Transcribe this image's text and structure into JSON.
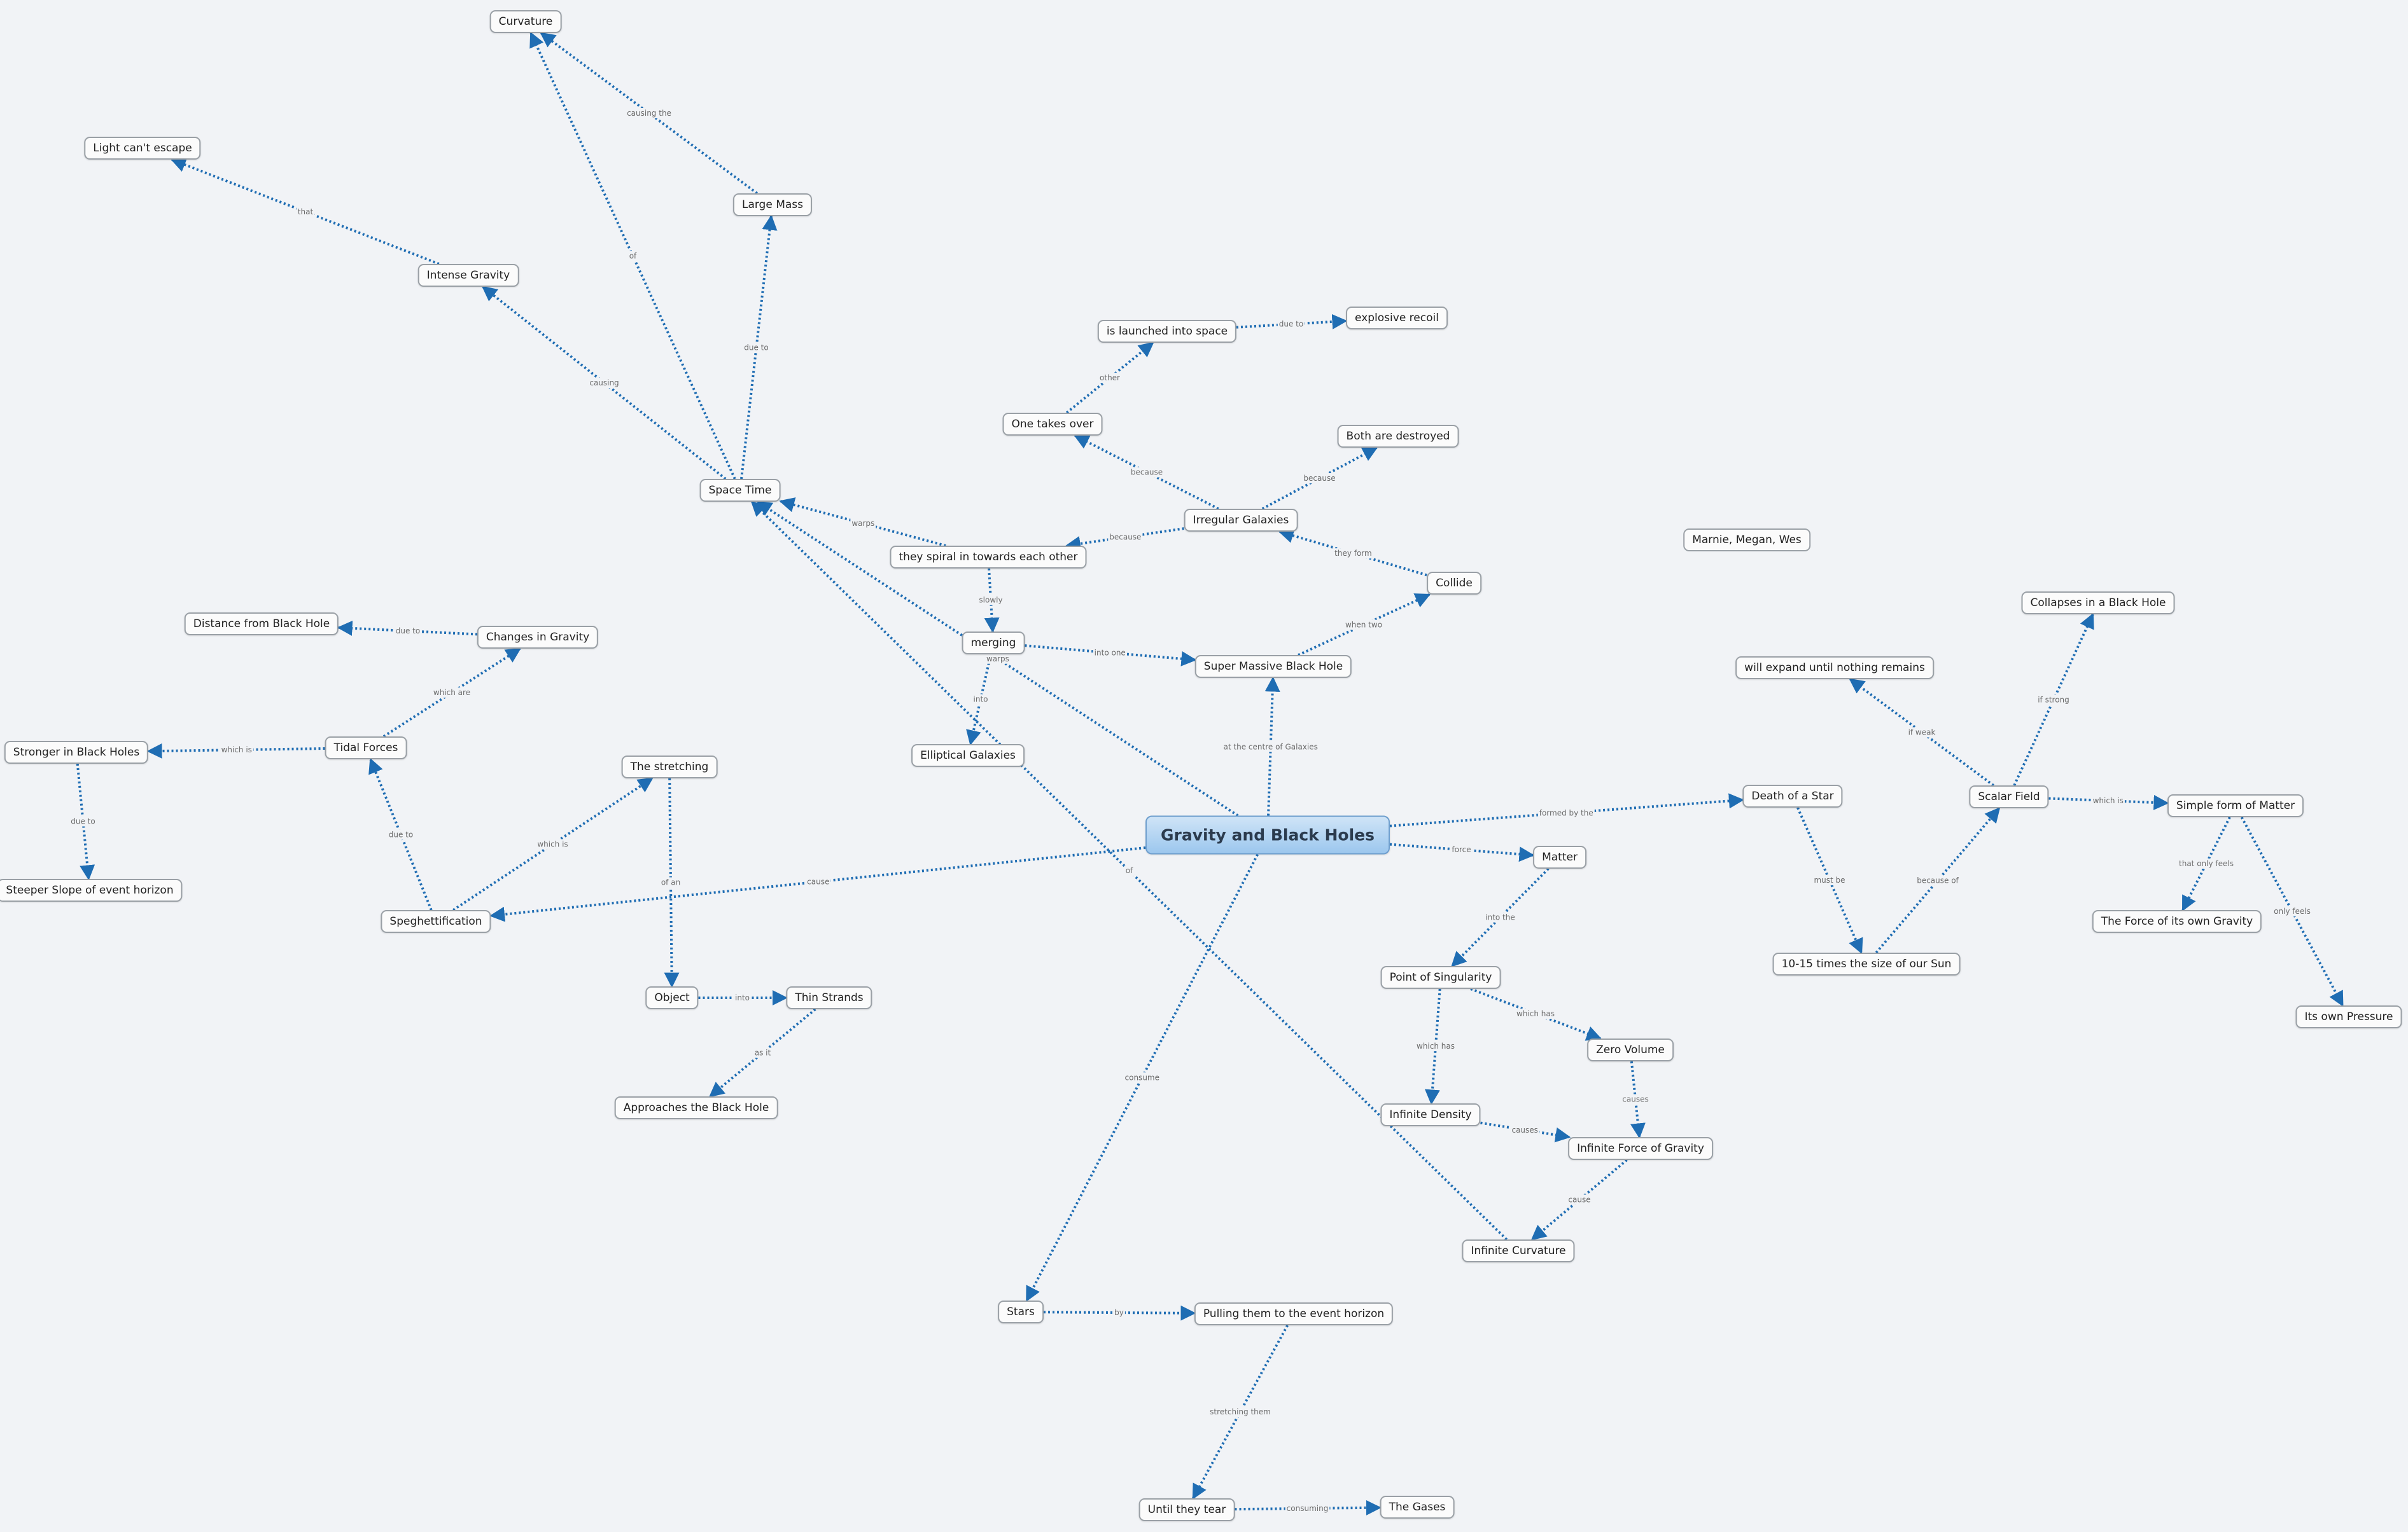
{
  "diagram": {
    "title": "Gravity and Black Holes",
    "authors": "Marnie, Megan, Wes",
    "nodes": [
      {
        "id": "root",
        "label": "Gravity and Black Holes"
      },
      {
        "id": "curvature",
        "label": "Curvature"
      },
      {
        "id": "light",
        "label": "Light can't escape"
      },
      {
        "id": "largemass",
        "label": "Large Mass"
      },
      {
        "id": "intense",
        "label": "Intense Gravity"
      },
      {
        "id": "launched",
        "label": "is launched into space"
      },
      {
        "id": "recoil",
        "label": "explosive recoil"
      },
      {
        "id": "onetakes",
        "label": "One takes over"
      },
      {
        "id": "destroyed",
        "label": "Both are destroyed"
      },
      {
        "id": "spacetime",
        "label": "Space Time"
      },
      {
        "id": "irregular",
        "label": "Irregular Galaxies"
      },
      {
        "id": "spiral",
        "label": "they spiral in towards each other"
      },
      {
        "id": "collide",
        "label": "Collide"
      },
      {
        "id": "distance",
        "label": "Distance from Black Hole"
      },
      {
        "id": "changes",
        "label": "Changes in Gravity"
      },
      {
        "id": "merging",
        "label": "merging"
      },
      {
        "id": "smbh",
        "label": "Super Massive Black Hole"
      },
      {
        "id": "stronger",
        "label": "Stronger in Black Holes"
      },
      {
        "id": "tidal",
        "label": "Tidal Forces"
      },
      {
        "id": "elliptical",
        "label": "Elliptical Galaxies"
      },
      {
        "id": "stretching",
        "label": "The stretching"
      },
      {
        "id": "steeper",
        "label": "Steeper Slope of event horizon"
      },
      {
        "id": "spag",
        "label": "Speghettification"
      },
      {
        "id": "object",
        "label": "Object"
      },
      {
        "id": "strands",
        "label": "Thin Strands"
      },
      {
        "id": "approaches",
        "label": "Approaches the Black Hole"
      },
      {
        "id": "death",
        "label": "Death of a Star"
      },
      {
        "id": "matter",
        "label": "Matter"
      },
      {
        "id": "scalar",
        "label": "Scalar Field"
      },
      {
        "id": "simple",
        "label": "Simple form of Matter"
      },
      {
        "id": "expand",
        "label": "will expand until nothing remains"
      },
      {
        "id": "collapses",
        "label": "Collapses in a Black Hole"
      },
      {
        "id": "ownforce",
        "label": "The Force of its own Gravity"
      },
      {
        "id": "pressure",
        "label": "Its own Pressure"
      },
      {
        "id": "sun",
        "label": "10-15 times the size of our Sun"
      },
      {
        "id": "singularity",
        "label": "Point of Singularity"
      },
      {
        "id": "zerovol",
        "label": "Zero Volume"
      },
      {
        "id": "density",
        "label": "Infinite Density"
      },
      {
        "id": "infforce",
        "label": "Infinite Force of Gravity"
      },
      {
        "id": "infcurv",
        "label": "Infinite Curvature"
      },
      {
        "id": "stars",
        "label": "Stars"
      },
      {
        "id": "pulling",
        "label": "Pulling them to the event horizon"
      },
      {
        "id": "tear",
        "label": "Until they tear"
      },
      {
        "id": "gases",
        "label": "The Gases"
      }
    ],
    "edges": [
      {
        "from": "largemass",
        "to": "curvature",
        "label": "causing the"
      },
      {
        "from": "spacetime",
        "to": "curvature",
        "label": "of"
      },
      {
        "from": "intense",
        "to": "light",
        "label": "that"
      },
      {
        "from": "spacetime",
        "to": "largemass",
        "label": "due to"
      },
      {
        "from": "spacetime",
        "to": "intense",
        "label": "causing"
      },
      {
        "from": "onetakes",
        "to": "launched",
        "label": "other"
      },
      {
        "from": "launched",
        "to": "recoil",
        "label": "due to"
      },
      {
        "from": "irregular",
        "to": "onetakes",
        "label": "because"
      },
      {
        "from": "irregular",
        "to": "destroyed",
        "label": "because"
      },
      {
        "from": "spiral",
        "to": "spacetime",
        "label": "warps"
      },
      {
        "from": "irregular",
        "to": "spiral",
        "label": "because"
      },
      {
        "from": "collide",
        "to": "irregular",
        "label": "they form"
      },
      {
        "from": "smbh",
        "to": "collide",
        "label": "when two"
      },
      {
        "from": "spiral",
        "to": "merging",
        "label": "slowly"
      },
      {
        "from": "merging",
        "to": "smbh",
        "label": "into one"
      },
      {
        "from": "merging",
        "to": "elliptical",
        "label": "into"
      },
      {
        "from": "root",
        "to": "smbh",
        "label": "at the centre of Galaxies"
      },
      {
        "from": "root",
        "to": "spacetime",
        "label": "warps"
      },
      {
        "from": "changes",
        "to": "distance",
        "label": "due to"
      },
      {
        "from": "tidal",
        "to": "changes",
        "label": "which are"
      },
      {
        "from": "tidal",
        "to": "stronger",
        "label": "which is"
      },
      {
        "from": "stronger",
        "to": "steeper",
        "label": "due to"
      },
      {
        "from": "spag",
        "to": "tidal",
        "label": "due to"
      },
      {
        "from": "spag",
        "to": "stretching",
        "label": "which is"
      },
      {
        "from": "stretching",
        "to": "object",
        "label": "of an"
      },
      {
        "from": "object",
        "to": "strands",
        "label": "into"
      },
      {
        "from": "strands",
        "to": "approaches",
        "label": "as it"
      },
      {
        "from": "root",
        "to": "spag",
        "label": "cause"
      },
      {
        "from": "root",
        "to": "death",
        "label": "formed by the"
      },
      {
        "from": "root",
        "to": "matter",
        "label": "force"
      },
      {
        "from": "death",
        "to": "sun",
        "label": "must be"
      },
      {
        "from": "sun",
        "to": "scalar",
        "label": "because of"
      },
      {
        "from": "scalar",
        "to": "expand",
        "label": "if weak"
      },
      {
        "from": "scalar",
        "to": "collapses",
        "label": "if strong"
      },
      {
        "from": "scalar",
        "to": "simple",
        "label": "which is"
      },
      {
        "from": "simple",
        "to": "ownforce",
        "label": "that only feels"
      },
      {
        "from": "simple",
        "to": "pressure",
        "label": "only feels"
      },
      {
        "from": "matter",
        "to": "singularity",
        "label": "into the"
      },
      {
        "from": "singularity",
        "to": "zerovol",
        "label": "which has"
      },
      {
        "from": "singularity",
        "to": "density",
        "label": "which has"
      },
      {
        "from": "zerovol",
        "to": "infforce",
        "label": "causes"
      },
      {
        "from": "density",
        "to": "infforce",
        "label": "causes"
      },
      {
        "from": "infforce",
        "to": "infcurv",
        "label": "cause"
      },
      {
        "from": "infcurv",
        "to": "spacetime",
        "label": "of"
      },
      {
        "from": "root",
        "to": "stars",
        "label": "consume"
      },
      {
        "from": "stars",
        "to": "pulling",
        "label": "by"
      },
      {
        "from": "pulling",
        "to": "tear",
        "label": "stretching them"
      },
      {
        "from": "tear",
        "to": "gases",
        "label": "consuming"
      }
    ]
  }
}
